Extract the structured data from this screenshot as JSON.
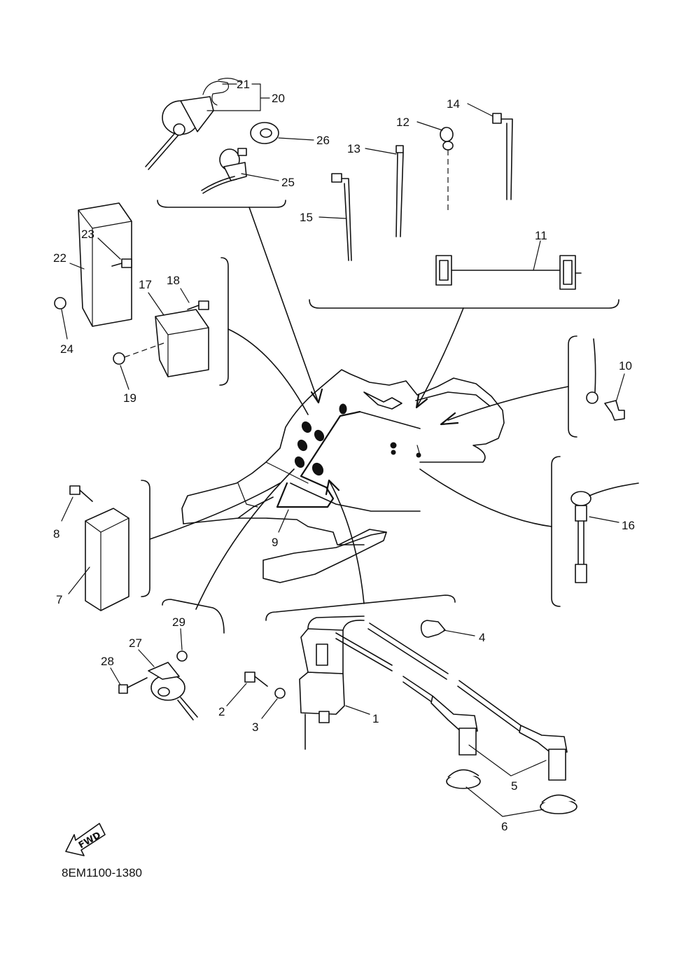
{
  "diagram": {
    "code": "8EM1100-1380",
    "fwd_label": "FWD",
    "callouts": {
      "n1": "1",
      "n2": "2",
      "n3": "3",
      "n4": "4",
      "n5": "5",
      "n6": "6",
      "n7": "7",
      "n8": "8",
      "n9": "9",
      "n10": "10",
      "n11": "11",
      "n12": "12",
      "n13": "13",
      "n14": "14",
      "n15": "15",
      "n16": "16",
      "n17": "17",
      "n18": "18",
      "n19": "19",
      "n20": "20",
      "n21": "21",
      "n22": "22",
      "n23": "23",
      "n24": "24",
      "n25": "25",
      "n26": "26",
      "n27": "27",
      "n28": "28",
      "n29": "29"
    }
  }
}
